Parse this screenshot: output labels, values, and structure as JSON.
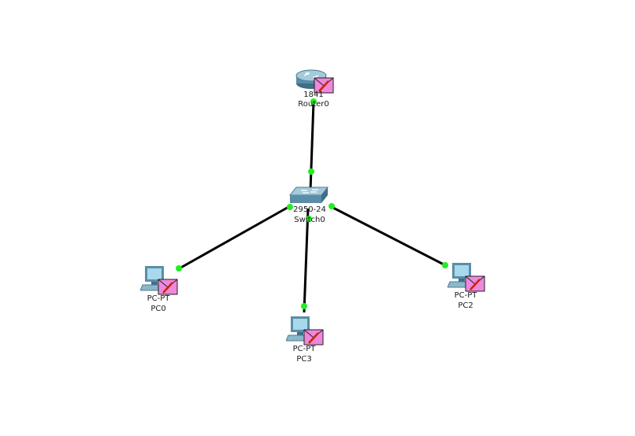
{
  "devices": {
    "router0": {
      "model": "1841",
      "name": "Router0",
      "icon": "router-icon",
      "has_pdu": true
    },
    "switch0": {
      "model": "2950-24",
      "name": "Switch0",
      "icon": "switch-icon",
      "has_pdu": false
    },
    "pc0": {
      "model": "PC-PT",
      "name": "PC0",
      "icon": "pc-icon",
      "has_pdu": true
    },
    "pc2": {
      "model": "PC-PT",
      "name": "PC2",
      "icon": "pc-icon",
      "has_pdu": true
    },
    "pc3": {
      "model": "PC-PT",
      "name": "PC3",
      "icon": "pc-icon",
      "has_pdu": true
    }
  },
  "links": [
    {
      "from": "Router0",
      "to": "Switch0",
      "status": "up"
    },
    {
      "from": "Switch0",
      "to": "PC0",
      "status": "up"
    },
    {
      "from": "Switch0",
      "to": "PC3",
      "status": "up"
    },
    {
      "from": "Switch0",
      "to": "PC2",
      "status": "up"
    }
  ],
  "colors": {
    "link": "#000000",
    "port_up": "#22ee22",
    "pdu_envelope": "#ee88dd",
    "pdu_mark": "#cc2200",
    "device_body": "#5a8ea8",
    "pc_screen": "#a8d8ec"
  }
}
